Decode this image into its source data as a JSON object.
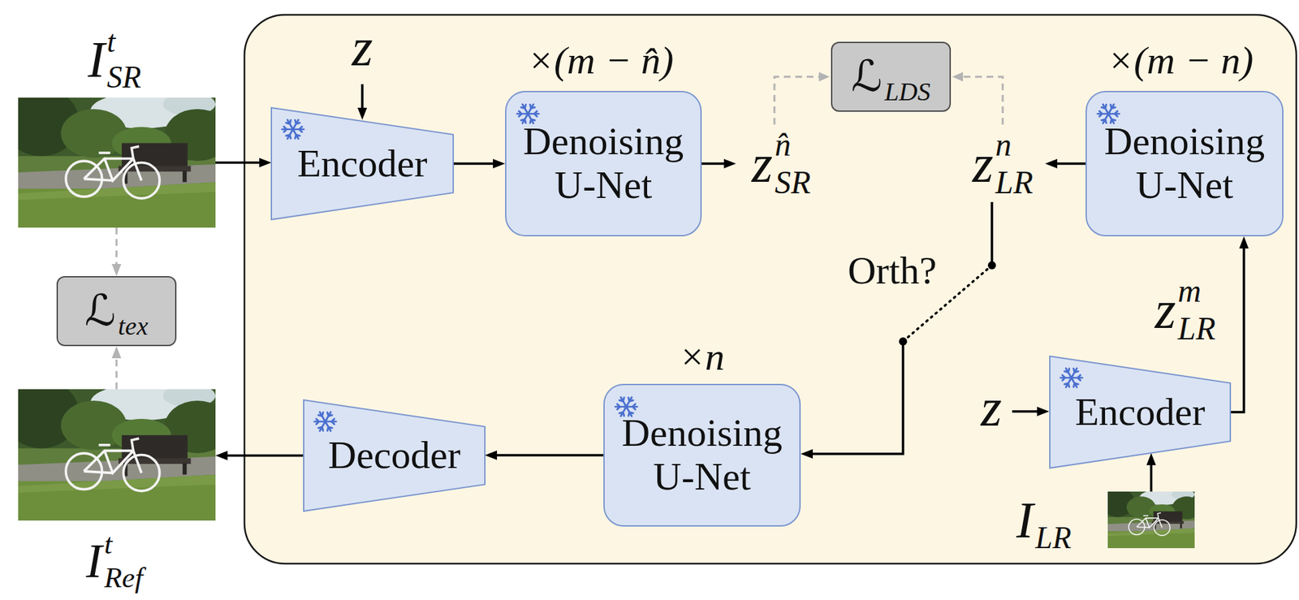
{
  "diagram": {
    "nodes": [
      {
        "text": [
          "I",
          "t",
          "SR"
        ]
      },
      {
        "text": [
          "Encoder"
        ]
      },
      {
        "text": [
          "Denoising U-Net"
        ]
      },
      {
        "text": [
          "ℒ",
          "LDS"
        ]
      },
      {
        "text": [
          "Denoising U-Net"
        ]
      },
      {
        "text": [
          "ℒ",
          "tex"
        ]
      },
      {
        "text": [
          "Encoder"
        ]
      },
      {
        "text": [
          "Denoising U-Net"
        ]
      },
      {
        "text": [
          "Decoder"
        ]
      },
      {
        "text": [
          "I",
          "t",
          "Ref"
        ]
      },
      {
        "text": [
          "I",
          "LR"
        ]
      }
    ],
    "edges": [
      {
        "from": 0,
        "to": 1,
        "arrow": "to"
      },
      {
        "from": 1,
        "to": 2,
        "arrow": "to"
      },
      {
        "from": 10,
        "to": 6,
        "arrow": "to"
      },
      {
        "from": 6,
        "to": 4,
        "arrow": "to"
      },
      {
        "from": 7,
        "to": 8,
        "arrow": "to"
      },
      {
        "from": 8,
        "to": 9,
        "arrow": "to"
      },
      {
        "from": 0,
        "to": 5,
        "arrow": "to"
      },
      {
        "from": 9,
        "to": 5,
        "arrow": "to"
      }
    ],
    "labels": [
      "z",
      "×(m − n̂)",
      "z",
      "n̂",
      "SR",
      "z",
      "n",
      "LR",
      "×(m − n)",
      "Orth?",
      "×n",
      "z",
      "m",
      "LR",
      "z"
    ]
  }
}
